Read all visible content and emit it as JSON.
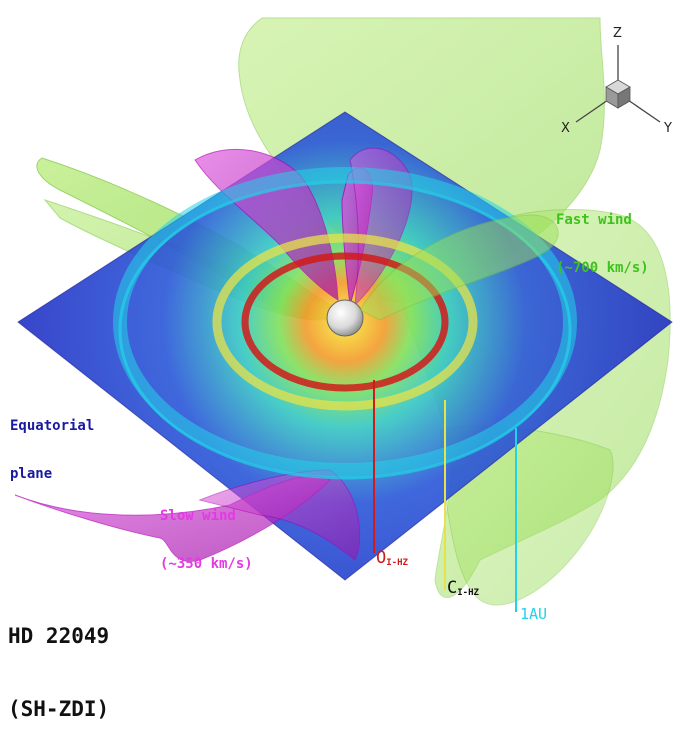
{
  "labels": {
    "fast_wind_line1": "Fast wind",
    "fast_wind_line2": "(~700 km/s)",
    "slow_wind_line1": "Slow wind",
    "slow_wind_line2": "(~350 km/s)",
    "equatorial_line1": "Equatorial",
    "equatorial_line2": "plane",
    "star_line1": "HD 22049",
    "star_line2": "(SH-ZDI)"
  },
  "zones": {
    "outer": {
      "main": "O",
      "sub": "I-HZ"
    },
    "conservative": {
      "main": "C",
      "sub": "I-HZ"
    },
    "au": "1AU"
  },
  "axes": {
    "z": "Z",
    "x": "X",
    "y": "Y"
  },
  "colors": {
    "fast_wind": "#9be05a",
    "slow_wind": "#c020c0",
    "equatorial_plane": "#2233cc",
    "ring_1au": "#22d3e8",
    "ring_outer_hz": "#d11a1a",
    "ring_conservative_hz": "#e8e24a"
  }
}
